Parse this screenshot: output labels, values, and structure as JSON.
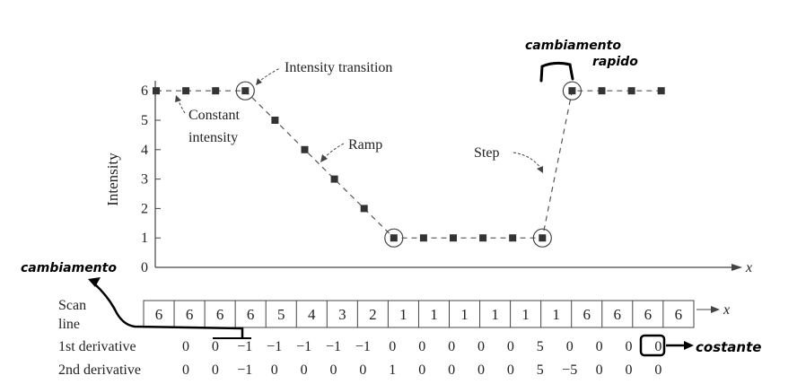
{
  "chart_data": {
    "type": "line",
    "ylabel": "Intensity",
    "xlabel": "x",
    "yticks": [
      "0",
      "1",
      "2",
      "3",
      "4",
      "5",
      "6"
    ],
    "ylim": [
      0,
      6
    ],
    "series": [
      {
        "values": [
          6,
          6,
          6,
          6,
          5,
          4,
          3,
          2,
          1,
          1,
          1,
          1,
          1,
          1,
          6,
          6,
          6,
          6
        ]
      }
    ],
    "circled_points": [
      3,
      8,
      13,
      14
    ],
    "annotations": {
      "intensity_transition": "Intensity transition",
      "constant": "Constant",
      "intensity": "intensity",
      "ramp": "Ramp",
      "step": "Step"
    }
  },
  "table": {
    "scan_label_1": "Scan",
    "scan_label_2": "line",
    "x_label": "x",
    "scan_line": [
      "6",
      "6",
      "6",
      "6",
      "5",
      "4",
      "3",
      "2",
      "1",
      "1",
      "1",
      "1",
      "1",
      "1",
      "6",
      "6",
      "6",
      "6"
    ],
    "first_label": "1st derivative",
    "first": [
      "0",
      "0",
      "−1",
      "−1",
      "−1",
      "−1",
      "−1",
      "0",
      "0",
      "0",
      "0",
      "0",
      "5",
      "0",
      "0",
      "0",
      "0"
    ],
    "second_label": "2nd derivative",
    "second": [
      "0",
      "0",
      "−1",
      "0",
      "0",
      "0",
      "0",
      "1",
      "0",
      "0",
      "0",
      "0",
      "5",
      "−5",
      "0",
      "0",
      "0"
    ]
  },
  "handwriting": {
    "top_right_1": "cambiamento",
    "top_right_2": "rapido",
    "left": "cambiamento",
    "right": "costante"
  }
}
